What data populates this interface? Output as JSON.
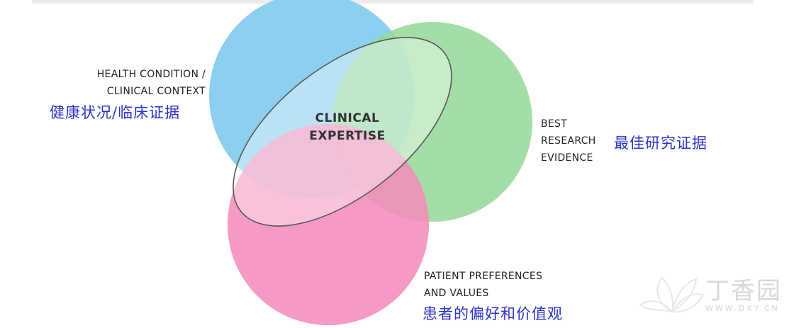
{
  "diagram": {
    "circles": {
      "health": {
        "label_lines": [
          "HEALTH CONDITION /",
          "CLINICAL CONTEXT"
        ],
        "label_zh": "健康状况/临床证据",
        "color": "#8ccfee"
      },
      "research": {
        "label_lines": [
          "BEST",
          "RESEARCH",
          "EVIDENCE"
        ],
        "label_zh": "最佳研究证据",
        "color": "#96d99b"
      },
      "patient": {
        "label_lines": [
          "PATIENT PREFERENCES",
          "AND VALUES"
        ],
        "label_zh": "患者的偏好和价值观",
        "color": "#f48cbc"
      }
    },
    "center": {
      "label_lines": [
        "CLINICAL",
        "EXPERTISE"
      ]
    },
    "colors": {
      "label_zh": "#2b33c9",
      "label_en": "#222222",
      "ellipse_stroke": "#5a5a5a"
    }
  },
  "watermark": {
    "text": "丁香园",
    "url": "WWW.DXY.CN"
  }
}
